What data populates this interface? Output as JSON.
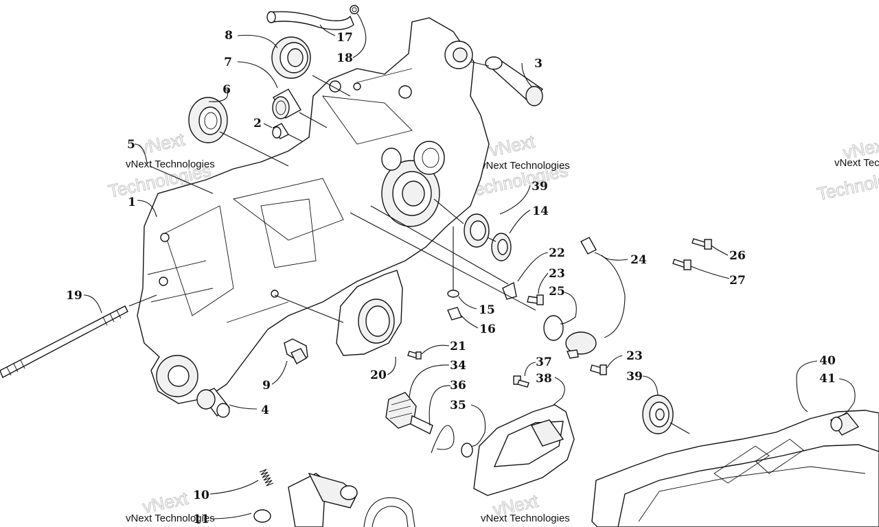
{
  "watermark": {
    "line1": "vNext Technologies",
    "big_vnext": "vNext",
    "big_tech": "Technologies"
  },
  "callouts": {
    "n1": "1",
    "n2": "2",
    "n3": "3",
    "n4": "4",
    "n5": "5",
    "n6": "6",
    "n7": "7",
    "n8": "8",
    "n9": "9",
    "n10": "10",
    "n11": "11",
    "n14": "14",
    "n15": "15",
    "n16": "16",
    "n17": "17",
    "n18": "18",
    "n19": "19",
    "n20": "20",
    "n21": "21",
    "n22": "22",
    "n23": "23",
    "n24": "24",
    "n25": "25",
    "n26": "26",
    "n27": "27",
    "n34": "34",
    "n35": "35",
    "n36": "36",
    "n37": "37",
    "n38": "38",
    "n39": "39",
    "n40": "40",
    "n41": "41"
  }
}
